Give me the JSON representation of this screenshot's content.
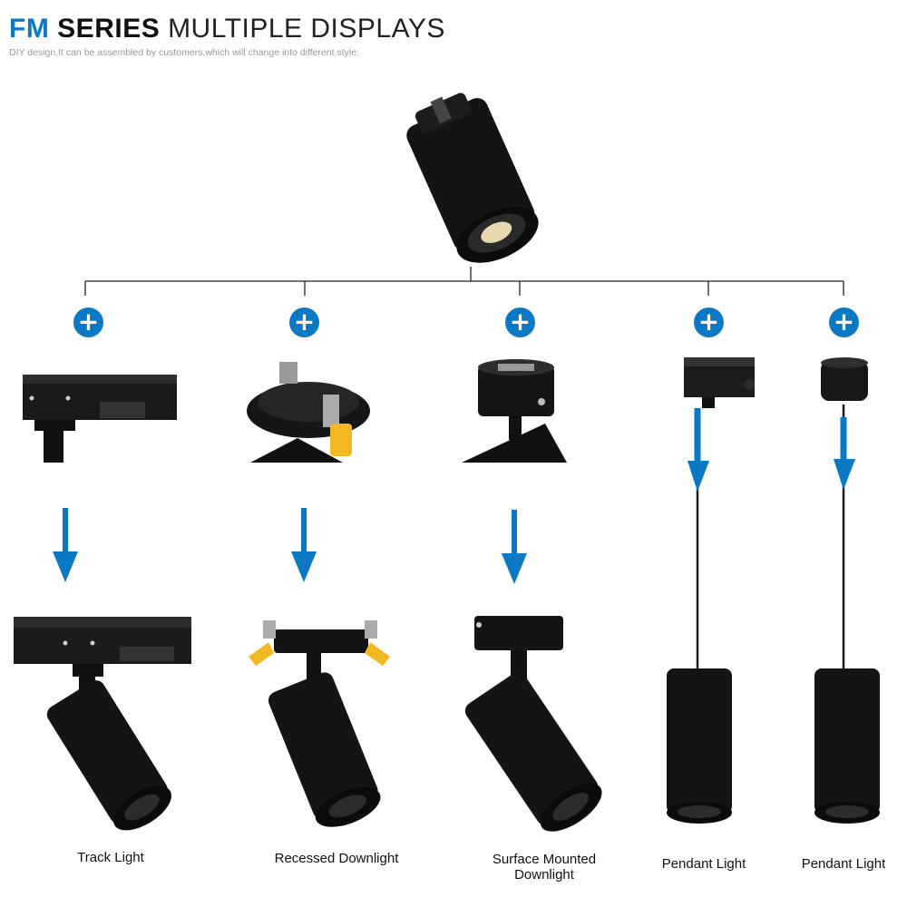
{
  "header": {
    "title_fm": "FM",
    "title_series": "SERIES",
    "title_rest": "MULTIPLE DISPLAYS",
    "subtitle": "DIY design,It can be assembled by customers,which will change into different style:"
  },
  "products": [
    {
      "label": "Track Light"
    },
    {
      "label": "Recessed Downlight"
    },
    {
      "label_line1": "Surface Mounted",
      "label_line2": "Downlight"
    },
    {
      "label": "Pendant Light"
    },
    {
      "label": "Pendant Light"
    }
  ],
  "colors": {
    "accent": "#0a78c2",
    "fixture": "#111111",
    "clip": "#f2b81f"
  },
  "icons": {
    "plus": "+"
  }
}
